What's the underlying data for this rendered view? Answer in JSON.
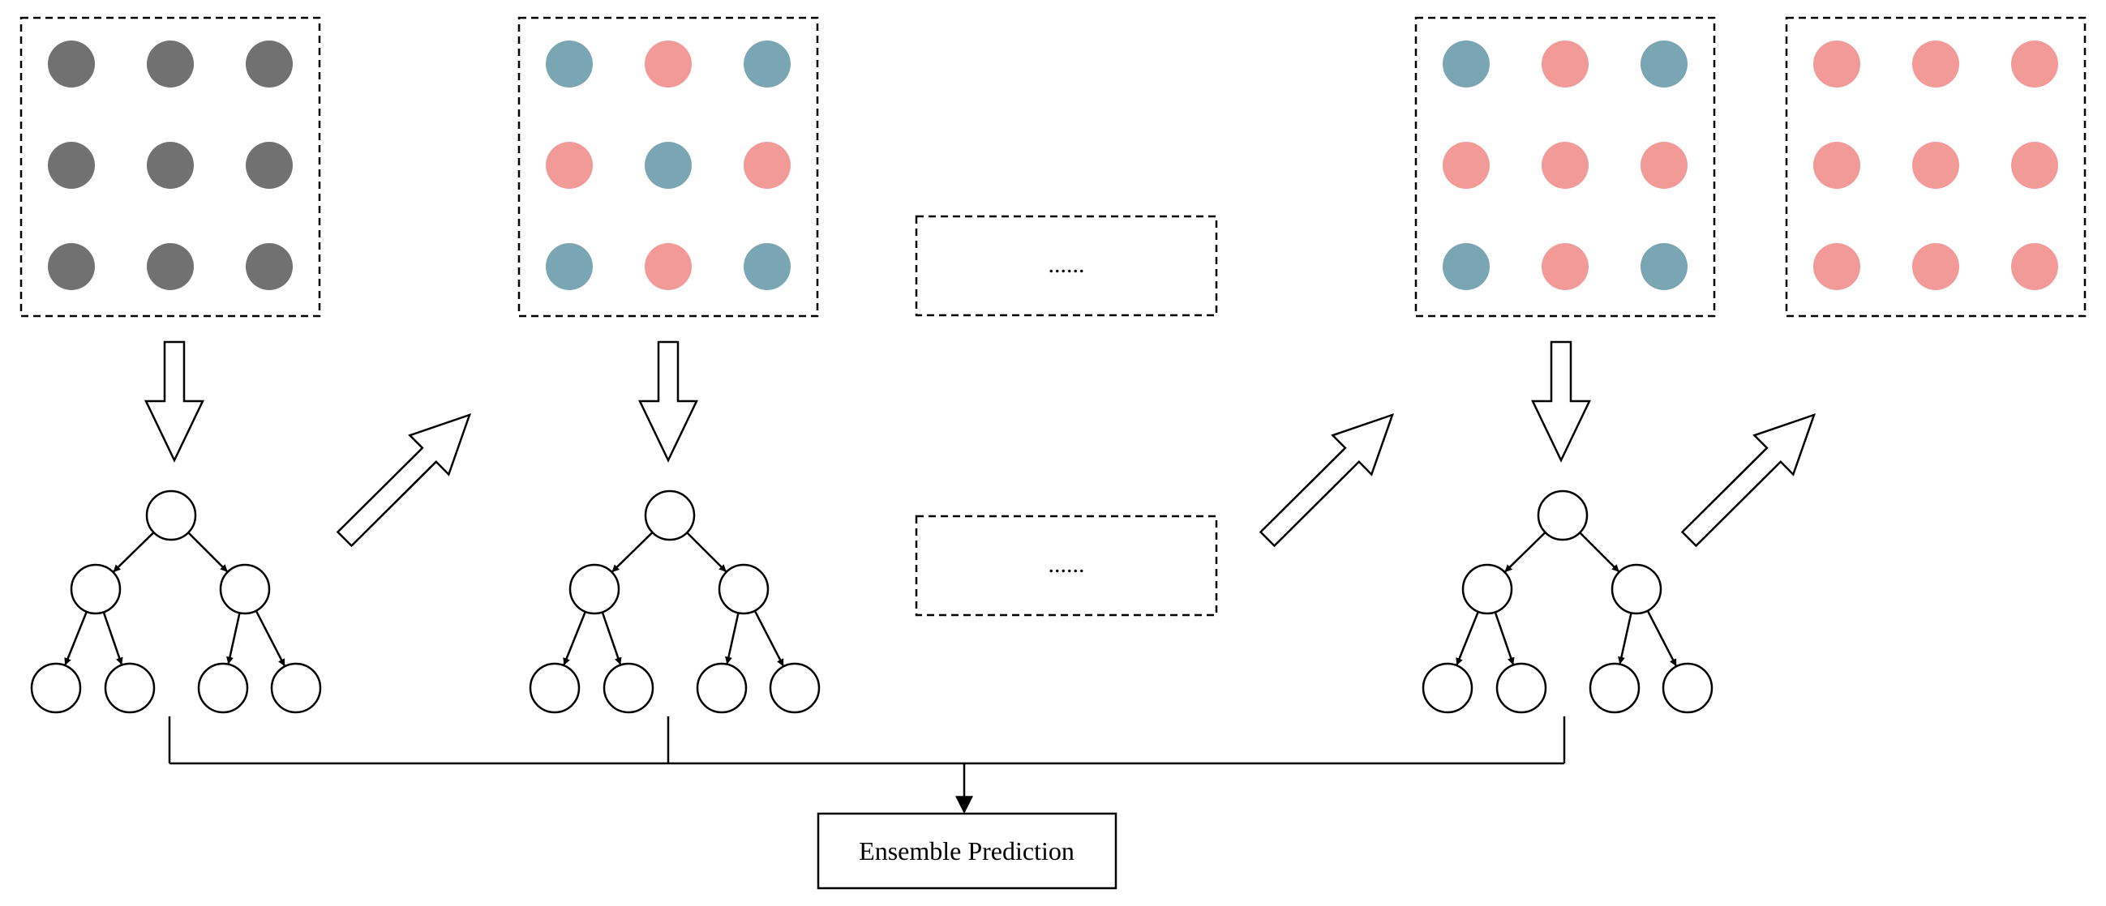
{
  "colors": {
    "gray": "#717171",
    "blue": "#7aa5b2",
    "pink": "#f29a98"
  },
  "sample_grids": [
    {
      "name": "initial-samples",
      "dots": [
        "gray",
        "gray",
        "gray",
        "gray",
        "gray",
        "gray",
        "gray",
        "gray",
        "gray"
      ]
    },
    {
      "name": "reweighted-samples-1",
      "dots": [
        "blue",
        "pink",
        "blue",
        "pink",
        "blue",
        "pink",
        "blue",
        "pink",
        "blue"
      ]
    },
    {
      "name": "reweighted-samples-n",
      "dots": [
        "blue",
        "pink",
        "blue",
        "pink",
        "pink",
        "pink",
        "blue",
        "pink",
        "blue"
      ]
    },
    {
      "name": "final-samples",
      "dots": [
        "pink",
        "pink",
        "pink",
        "pink",
        "pink",
        "pink",
        "pink",
        "pink",
        "pink"
      ]
    }
  ],
  "placeholders": {
    "top_text": "......",
    "bottom_text": "......"
  },
  "output": {
    "label": "Ensemble Prediction"
  }
}
